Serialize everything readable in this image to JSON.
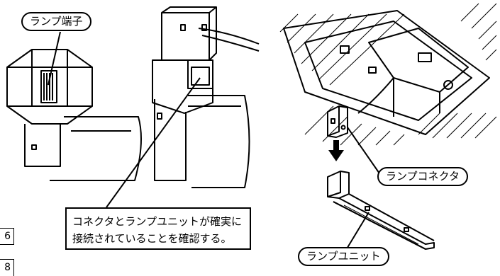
{
  "labels": {
    "lamp_terminal": "ランプ端子",
    "lamp_connector": "ランプコネクタ",
    "lamp_unit": "ランプユニット"
  },
  "note": {
    "line1": "コネクタとランプユニットが確実に",
    "line2": "接続されていることを確認する。"
  },
  "page_fragments": {
    "top": "6",
    "bottom": "8"
  }
}
